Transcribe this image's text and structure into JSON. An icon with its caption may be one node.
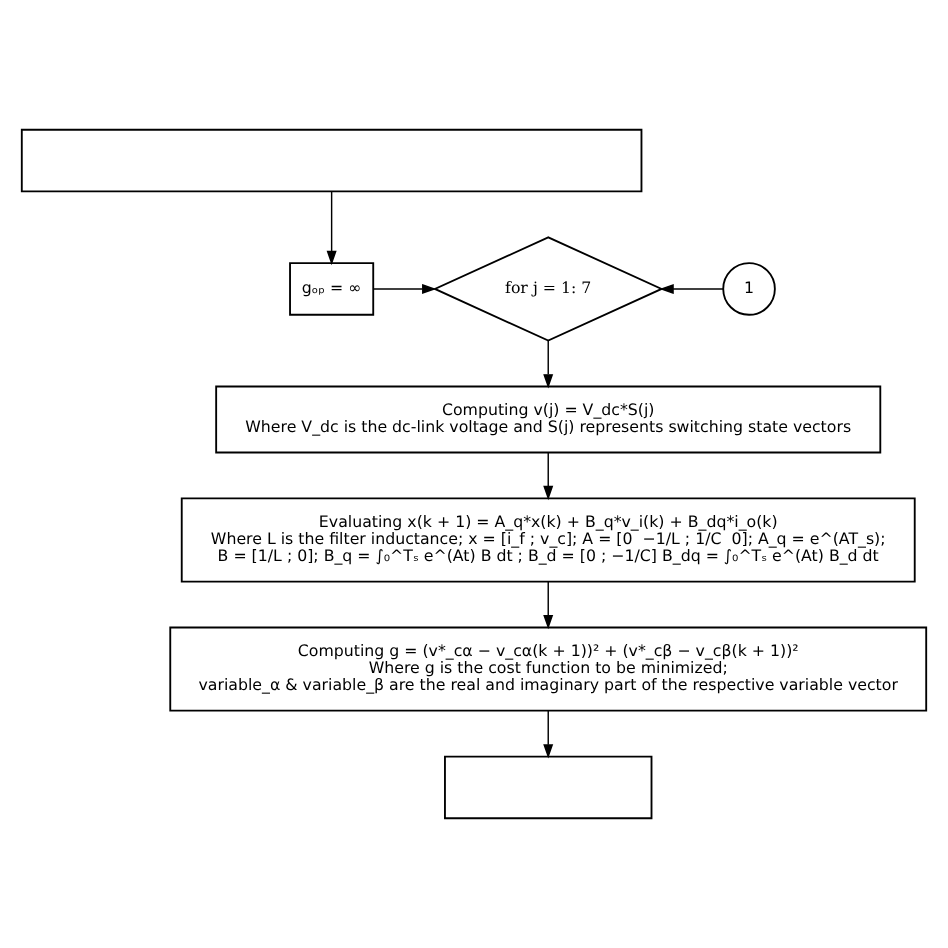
{
  "diagram": {
    "nodes": [
      {
        "text": [],
        "shape": "box"
      },
      {
        "text": [
          "gₒₚ = ∞"
        ]
      },
      {
        "text": [
          "for j = 1: 7"
        ]
      },
      {
        "text": [
          "1"
        ]
      },
      {
        "text": [
          "Computing v(j) = V_dc*S(j)",
          "Where V_dc is the dc-link voltage and S(j) represents switching state vectors"
        ]
      },
      {
        "text": [
          "Evaluating x(k + 1) = A_q*x(k) + B_q*v_i(k) + B_dq*i_o(k)",
          "Where L is the filter inductance; x = [i_f ; v_c]; A = [0  −1/L ; 1/C  0]; A_q = e^(AT_s);",
          "B = [1/L ; 0]; B_q = ∫₀^Tₛ e^(At) B dt ; B_d = [0 ; −1/C] B_dq = ∫₀^Tₛ e^(At) B_d dt"
        ]
      },
      {
        "text": [
          "Computing g = (v*_cα − v_cα(k + 1))² + (v*_cβ − v_cβ(k + 1))²",
          "Where g is the cost function to be minimized;",
          "variable_α & variable_β are the real and imaginary part of the respective variable vector"
        ]
      },
      {
        "text": [],
        "shape": "box"
      }
    ],
    "edges": [
      {
        "from": 0,
        "to": 1,
        "arrow": "to"
      },
      {
        "from": 1,
        "to": 2,
        "arrow": "to"
      },
      {
        "from": 3,
        "to": 2,
        "arrow": "to"
      },
      {
        "from": 2,
        "to": 4,
        "arrow": "to"
      },
      {
        "from": 4,
        "to": 5,
        "arrow": "to"
      },
      {
        "from": 5,
        "to": 6,
        "arrow": "to"
      },
      {
        "from": 6,
        "to": 7,
        "arrow": "to"
      }
    ]
  }
}
